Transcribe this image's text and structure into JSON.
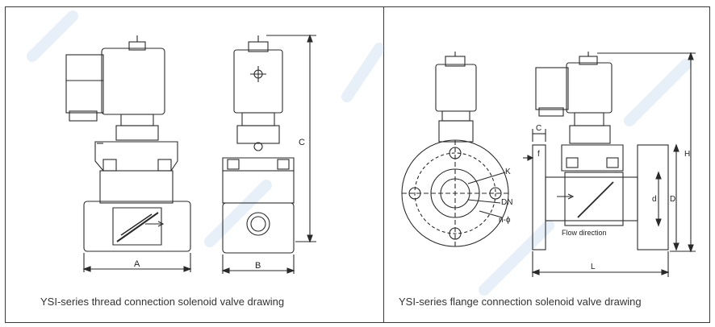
{
  "left_panel": {
    "caption": "YSI-series thread connection solenoid valve drawing",
    "dim_a": "A",
    "dim_b": "B",
    "dim_c": "C"
  },
  "right_panel": {
    "caption": "YSI-series flange connection solenoid valve drawing",
    "label_k": "K",
    "label_dn": "DN",
    "label_n_phi": "n-ϕ",
    "label_c": "C",
    "label_f": "f",
    "label_flow": "Flow direction",
    "dim_l": "L",
    "label_d": "d",
    "label_D": "D",
    "label_h": "H"
  },
  "colors": {
    "line": "#2a2a2a",
    "watermark": "#7aa7d6"
  }
}
